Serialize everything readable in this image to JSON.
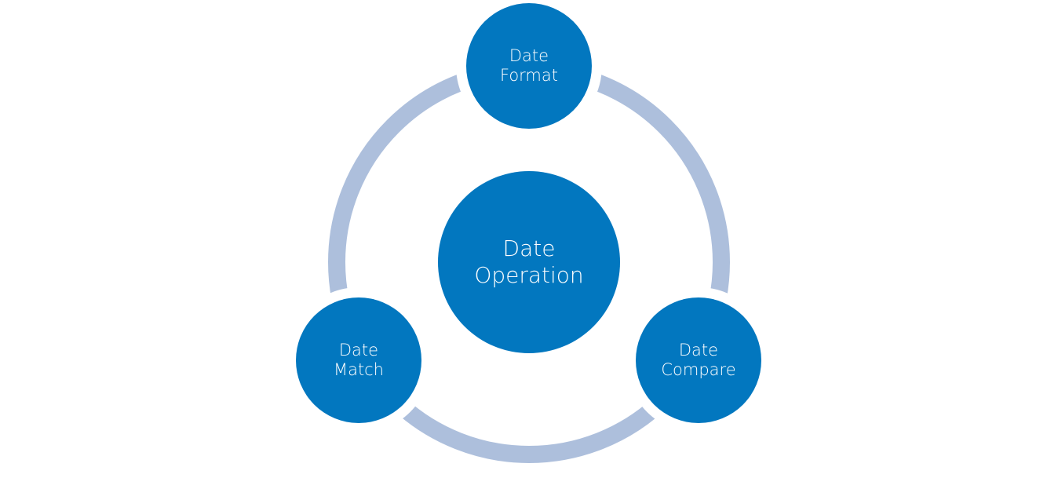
{
  "colors": {
    "node": "#0277bf",
    "ring": "#adbfdc"
  },
  "center": {
    "line1": "Date",
    "line2": "Operation"
  },
  "satellites": [
    {
      "line1": "Date",
      "line2": "Format"
    },
    {
      "line1": "Date",
      "line2": "Match"
    },
    {
      "line1": "Date",
      "line2": "Compare"
    }
  ]
}
